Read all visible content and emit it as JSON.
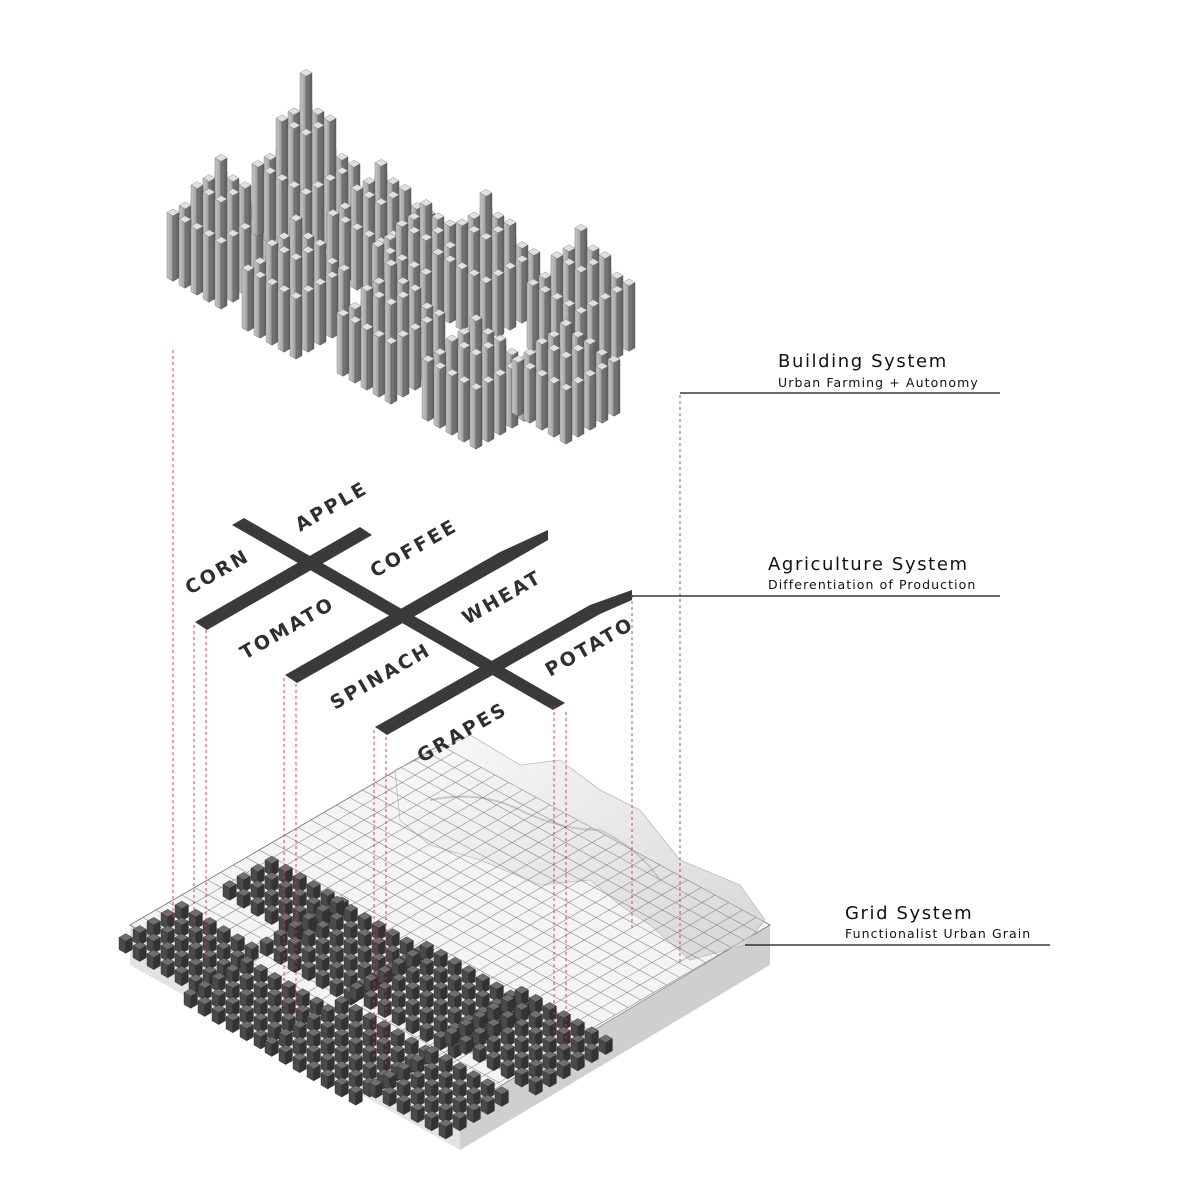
{
  "systems": [
    {
      "title": "Building System",
      "subtitle": "Urban Farming + Autonomy"
    },
    {
      "title": "Agriculture System",
      "subtitle": "Differentiation of Production"
    },
    {
      "title": "Grid System",
      "subtitle": "Functionalist Urban Grain"
    }
  ],
  "crops": [
    "CORN",
    "APPLE",
    "COFFEE",
    "TOMATO",
    "WHEAT",
    "SPINACH",
    "POTATO",
    "GRAPES"
  ],
  "colors": {
    "guide_line": "#d8323a",
    "road": "#3a3a3a",
    "block": "#555555",
    "tower": "#9a9a9a",
    "terrain": "#ececec",
    "leader_line": "#111111"
  }
}
